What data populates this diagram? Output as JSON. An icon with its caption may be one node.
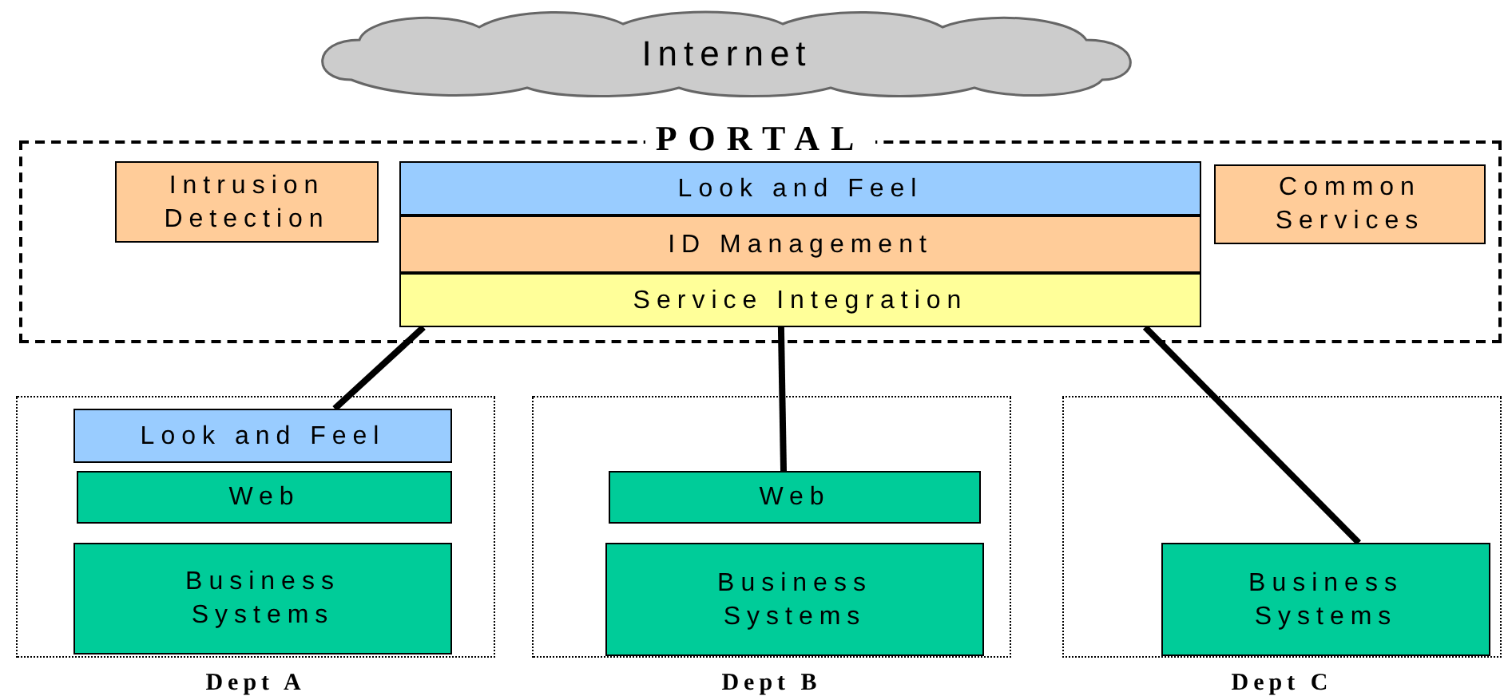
{
  "diagram": {
    "nodes": [
      {
        "text": [
          "Internet"
        ]
      },
      {
        "text": [
          "PORTAL"
        ]
      },
      {
        "text": [
          "Intrusion Detection"
        ],
        "in": 1
      },
      {
        "text": [
          "Look and Feel"
        ],
        "in": 1
      },
      {
        "text": [
          "ID Management"
        ],
        "in": 1
      },
      {
        "text": [
          "Service Integration"
        ],
        "in": 1
      },
      {
        "text": [
          "Common Services"
        ],
        "in": 1
      },
      {
        "text": [
          "Dept A"
        ]
      },
      {
        "text": [
          "Look and Feel"
        ],
        "in": 7
      },
      {
        "text": [
          "Web"
        ],
        "in": 7
      },
      {
        "text": [
          "Business Systems"
        ],
        "in": 7
      },
      {
        "text": [
          "Dept B"
        ]
      },
      {
        "text": [
          "Web"
        ],
        "in": 11
      },
      {
        "text": [
          "Business Systems"
        ],
        "in": 11
      },
      {
        "text": [
          "Dept C"
        ]
      },
      {
        "text": [
          "Business Systems"
        ],
        "in": 14
      }
    ],
    "edges": [
      {
        "from": 5,
        "to": 8,
        "arrow": "none"
      },
      {
        "from": 5,
        "to": 12,
        "arrow": "none"
      },
      {
        "from": 5,
        "to": 15,
        "arrow": "none"
      }
    ]
  }
}
